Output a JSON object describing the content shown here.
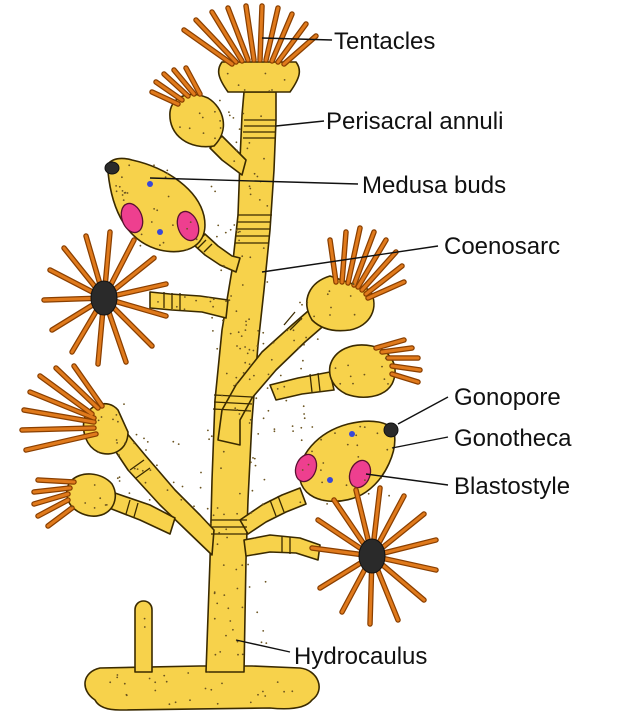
{
  "labels": {
    "tentacles": "Tentacles",
    "perisacral_annuli": "Perisacral annuli",
    "medusa_buds": "Medusa buds",
    "coenosarc": "Coenosarc",
    "gonopore": "Gonopore",
    "gonotheca": "Gonotheca",
    "blastostyle": "Blastostyle",
    "hydrocaulus": "Hydrocaulus"
  },
  "colors": {
    "body": "#f7d24b",
    "outline": "#3a2a00",
    "tentacle": "#e07a1c",
    "gonad": "#ee3f8f",
    "nucleus": "#3848d8",
    "label_text": "#111111"
  }
}
